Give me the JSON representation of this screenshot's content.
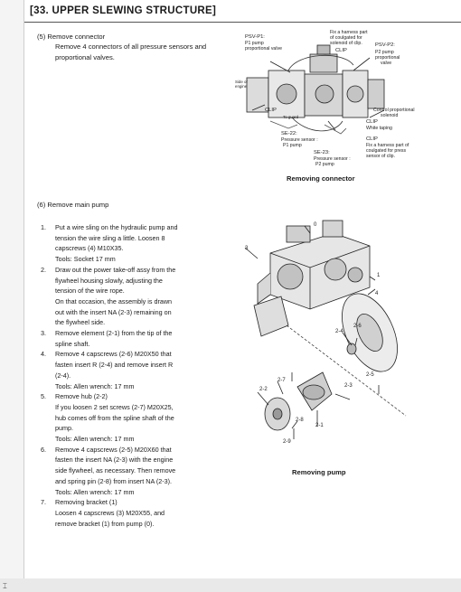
{
  "header": {
    "title": "[33.  UPPER SLEWING STRUCTURE]"
  },
  "section5": {
    "heading": "(5)  Remove connector",
    "body": "Remove 4 connectors of all pressure sensors and proportional valves."
  },
  "figure1": {
    "caption": "Removing connector",
    "labels": {
      "psv_p1": "PSV-P1:",
      "psv_p1_desc": "P1 pump",
      "psv_p1_desc2": "proportional valve",
      "fix_top": "Fix a harness part",
      "fix_top2": "of coulgated for",
      "fix_top3": "solenoid of clip.",
      "psv_p2": "PSV-P2:",
      "psv_p2_desc": "P2 pump",
      "psv_p2_desc2": "proportional",
      "psv_p2_desc3": "valve",
      "clip_top": "CLIP",
      "side_engine": "Side of",
      "side_engine2": "engine",
      "clip_left": "CLIP",
      "to_guard": "To guard",
      "control_prop": "Control proportional",
      "control_prop2": "solenoid",
      "clip_mid": "CLIP",
      "white_taping": "White taping",
      "se22": "SE-22:",
      "pressure_sensor_p1": "Pressure sensor :",
      "p1_pump": "P1 pump",
      "clip_bottom": "CLIP",
      "fix_bottom": "Fix a harness part of",
      "fix_bottom2": "coulgated for press",
      "fix_bottom3": "sensor of clip.",
      "se23": "SE-23:",
      "pressure_sensor_p2": "Pressure sensor :",
      "p2_pump": "P2 pump"
    }
  },
  "section6": {
    "heading": "(6)  Remove main pump"
  },
  "steps": [
    {
      "num": "1.",
      "lines": [
        "Put a wire sling on the hydraulic pump and",
        "tension the wire sling a little. Loosen 8",
        "capscrews (4) M10X35.",
        "Tools: Socket  17 mm"
      ]
    },
    {
      "num": "2.",
      "lines": [
        "Draw out the power take-off assy from the",
        "flywheel housing slowly, adjusting the",
        "tension of the wire rope.",
        "On that occasion, the assembly is drawn",
        "out with the insert NA (2-3) remaining on",
        "the flywheel side."
      ]
    },
    {
      "num": "3.",
      "lines": [
        "Remove element (2-1) from the tip of the",
        "spline shaft."
      ]
    },
    {
      "num": "4.",
      "lines": [
        "Remove 4 capscrews (2-6) M20X50 that",
        "fasten insert R (2-4) and remove insert R",
        "(2-4).",
        "Tools: Allen wrench: 17 mm"
      ]
    },
    {
      "num": "5.",
      "lines": [
        "Remove hub (2-2)",
        "If you loosen 2 set screws (2-7) M20X25,",
        "hub comes off from the spline shaft of the",
        "pump.",
        "Tools: Allen wrench: 17 mm"
      ]
    },
    {
      "num": "6.",
      "lines": [
        "Remove 4 capscrews (2-5) M20X60 that",
        "fasten the insert NA (2-3) with the engine",
        "side flywheel, as necessary. Then remove",
        "and spring pin (2-8) from insert NA (2-3).",
        "Tools: Allen wrench: 17 mm"
      ]
    },
    {
      "num": "7.",
      "lines": [
        "Removing bracket (1)",
        "Loosen 4 capscrews (3) M20X55, and",
        "remove bracket (1) from pump (0)."
      ]
    }
  ],
  "figure2": {
    "caption": "Removing pump",
    "callouts": [
      "0",
      "3",
      "4",
      "1",
      "2-4",
      "2-6",
      "2-7",
      "2-2",
      "2-3",
      "2-5",
      "2-8",
      "2-1",
      "2-9"
    ]
  },
  "footer": {
    "mark": "⌶"
  }
}
